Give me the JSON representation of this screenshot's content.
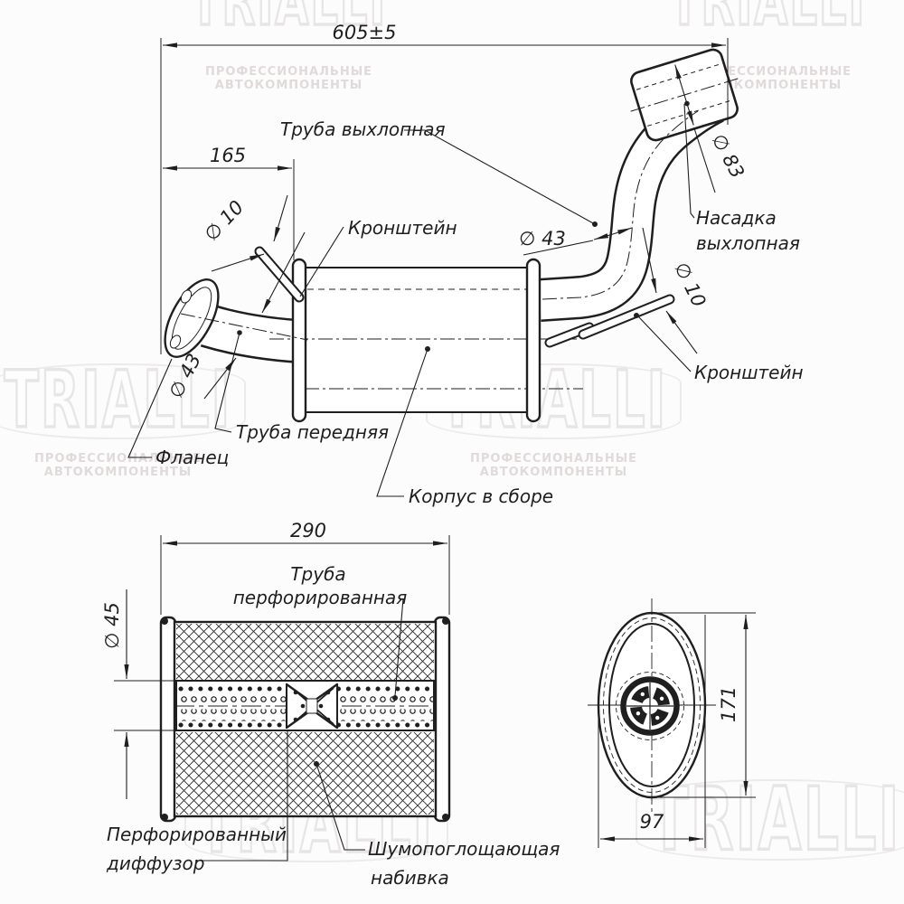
{
  "watermark": {
    "brand": "TRIALLI",
    "caption_line1": "ПРОФЕССИОНАЛЬНЫЕ",
    "caption_line2": "АВТОКОМПОНЕНТЫ"
  },
  "labels": {
    "exhaust_pipe": "Труба выхлопная",
    "bracket_left": "Кронштейн",
    "bracket_right": "Кронштейн",
    "tip_line1": "Насадка",
    "tip_line2": "выхлопная",
    "flange": "Фланец",
    "front_pipe": "Труба передняя",
    "body_assembly": "Корпус в сборе",
    "perf_pipe_line1": "Труба",
    "perf_pipe_line2": "перфорированная",
    "perf_diffuser_line1": "Перфорированный",
    "perf_diffuser_line2": "диффузор",
    "stuffing_line1": "Шумопоглощающая",
    "stuffing_line2": "набивка"
  },
  "dimensions": {
    "overall_length": "605±5",
    "inlet_offset": "165",
    "bracket_left_dia": "∅ 10",
    "front_pipe_dia": "∅ 43",
    "exhaust_pipe_dia": "∅ 43",
    "tip_dia": "∅ 83",
    "bracket_right_dia": "∅ 10",
    "section_length": "290",
    "perf_pipe_dia": "∅ 45",
    "body_height": "171",
    "body_width": "97"
  },
  "colors": {
    "line": "#1f1f1f",
    "watermark_outline": "#e8e5e5",
    "background": "#fcfcfc"
  }
}
